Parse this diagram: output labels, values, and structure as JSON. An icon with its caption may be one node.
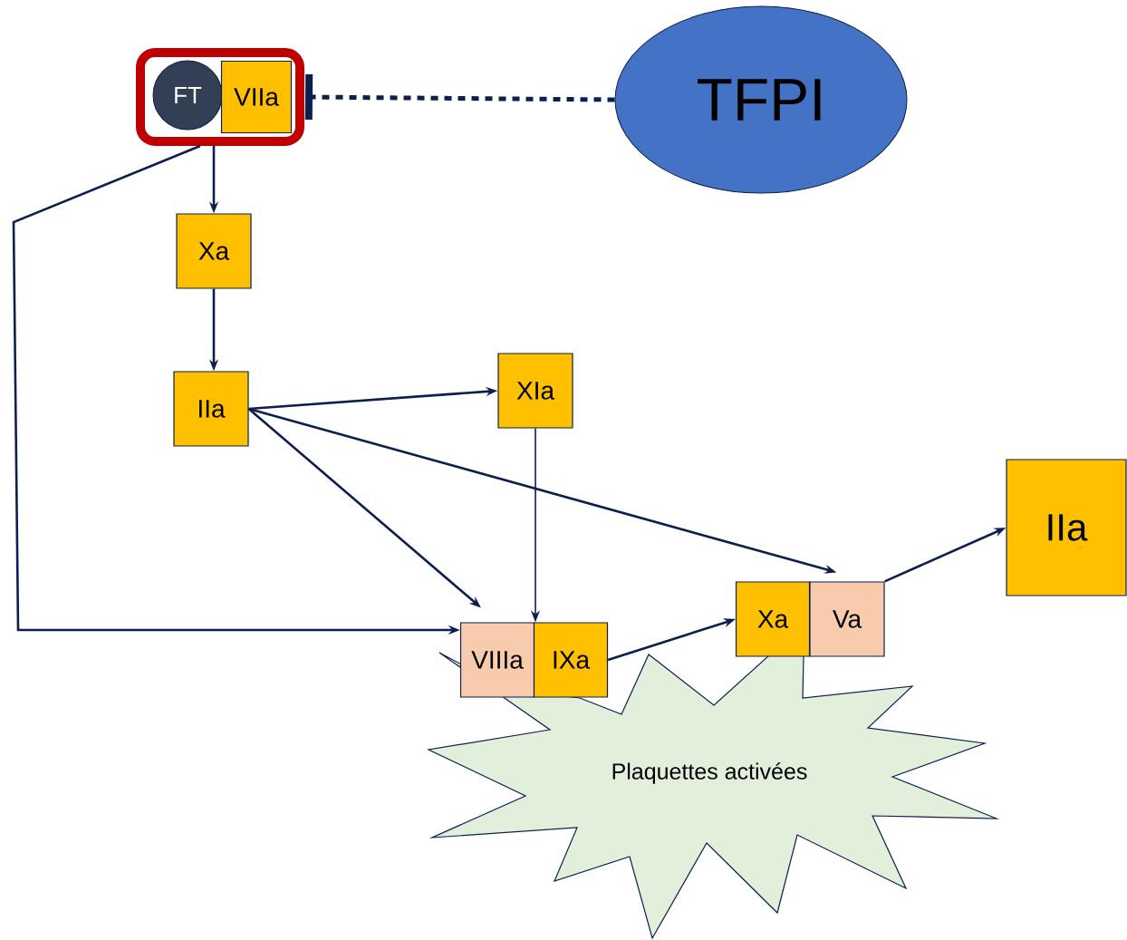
{
  "diagram": {
    "nodes": [
      {
        "text": [],
        "shape": "box"
      },
      {
        "text": [
          "FT"
        ],
        "in": 0
      },
      {
        "text": [
          "VIIa"
        ],
        "in": 0
      },
      {
        "text": [
          "TFPI"
        ]
      },
      {
        "text": [
          "Xa"
        ]
      },
      {
        "text": [
          "IIa"
        ]
      },
      {
        "text": [
          "XIa"
        ]
      },
      {
        "text": [
          "VIIIa"
        ]
      },
      {
        "text": [
          "IXa"
        ]
      },
      {
        "text": [
          "Xa"
        ]
      },
      {
        "text": [
          "Va"
        ]
      },
      {
        "text": [
          "IIa"
        ]
      },
      {
        "text": [
          "Plaquettes activées"
        ]
      }
    ],
    "edges": [
      {
        "from": 3,
        "to": 0,
        "arrow": "other",
        "style": "dashed"
      },
      {
        "from": 0,
        "to": 4,
        "arrow": "to"
      },
      {
        "from": 0,
        "to": 7,
        "arrow": "to"
      },
      {
        "from": 4,
        "to": 5,
        "arrow": "to"
      },
      {
        "from": 5,
        "to": 6,
        "arrow": "to"
      },
      {
        "from": 5,
        "to": 7,
        "arrow": "to"
      },
      {
        "from": 5,
        "to": 10,
        "arrow": "to"
      },
      {
        "from": 6,
        "to": 8,
        "arrow": "to"
      },
      {
        "from": 8,
        "to": 9,
        "arrow": "to"
      },
      {
        "from": 10,
        "to": 11,
        "arrow": "to"
      }
    ]
  }
}
